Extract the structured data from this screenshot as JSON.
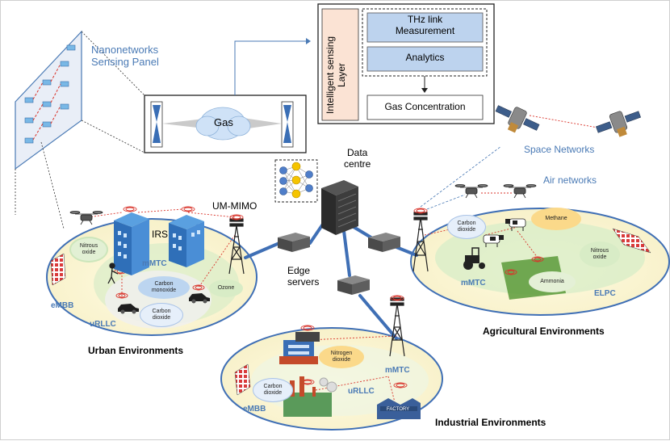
{
  "panel": {
    "title_line1": "Nanonetworks",
    "title_line2": "Sensing Panel"
  },
  "sensor": {
    "gas_label": "Gas"
  },
  "sensing_layer": {
    "layer_label_line1": "Intelligent sensing",
    "layer_label_line2": "Layer",
    "thz_line1": "THz link",
    "thz_line2": "Measurement",
    "analytics": "Analytics",
    "gas_concentration": "Gas Concentration"
  },
  "core": {
    "data_centre_line1": "Data",
    "data_centre_line2": "centre",
    "um_mimo": "UM-MIMO",
    "edge_line1": "Edge",
    "edge_line2": "servers"
  },
  "networks": {
    "space": "Space Networks",
    "air": "Air networks"
  },
  "urban": {
    "title": "Urban Environments",
    "irs": "IRS",
    "mmtc": "mMTC",
    "embb": "eMBB",
    "urllc": "uRLLC",
    "clouds": {
      "nitrous_1": "Nitrous",
      "nitrous_2": "oxide",
      "co_1": "Carbon",
      "co_2": "monoxide",
      "co2_1": "Carbon",
      "co2_2": "dioxide",
      "ozone": "Ozone"
    }
  },
  "agri": {
    "title": "Agricultural Environments",
    "mmtc": "mMTC",
    "elpc": "ELPC",
    "clouds": {
      "co2_1": "Carbon",
      "co2_2": "dioxide",
      "methane": "Methane",
      "nitrous_1": "Nitrous",
      "nitrous_2": "oxide",
      "ammonia": "Ammonia"
    }
  },
  "industrial": {
    "title": "Industrial Environments",
    "mmtc": "mMTC",
    "urllc": "uRLLC",
    "embb": "eMBB",
    "clouds": {
      "nitrogen_1": "Nitrogen",
      "nitrogen_2": "dioxide",
      "co2_1": "Carbon",
      "co2_2": "dioxide"
    },
    "factory": "FACTORY"
  },
  "colors": {
    "box_blue": "#bdd3ee",
    "layer_peach": "#fbe3d4",
    "label_blue": "#4a7ab5",
    "env_yellow": "#fdf5cc",
    "env_green": "#d9edc8",
    "link_blue": "#3f6fb5",
    "signal_red": "#d9342b"
  },
  "icons": [
    "nanonetwork-panel-icon",
    "thz-sensor-icon",
    "neural-network-icon",
    "data-centre-rack-icon",
    "edge-server-icon",
    "tower-icon",
    "satellite-icon",
    "drone-icon",
    "building-icon",
    "car-icon",
    "tractor-icon",
    "cow-icon",
    "factory-icon",
    "irs-panel-icon"
  ]
}
